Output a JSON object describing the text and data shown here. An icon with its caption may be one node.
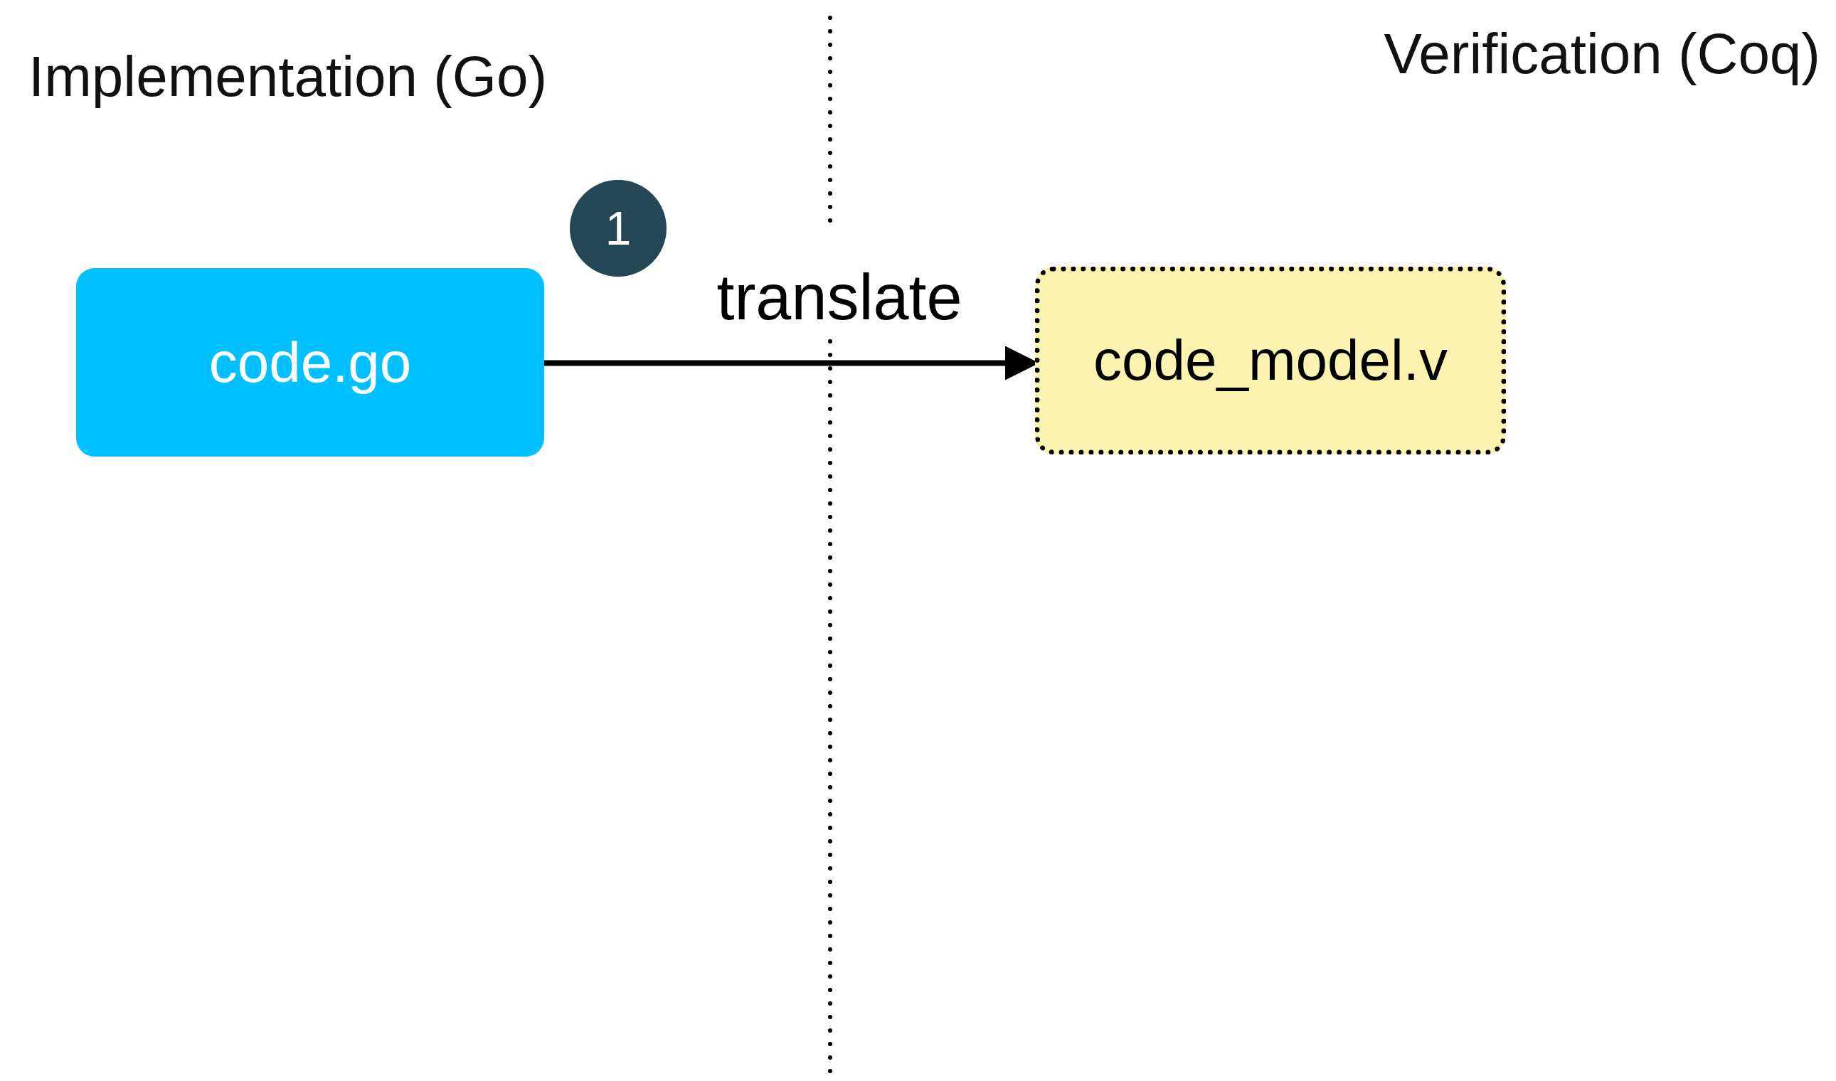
{
  "diagram": {
    "nodes": [
      {
        "text": [
          "code.go"
        ]
      },
      {
        "text": [
          "code_model.v"
        ]
      },
      {
        "text": [
          "1"
        ]
      }
    ],
    "edges": [
      {
        "from": 0,
        "to": 1,
        "arrow": "to",
        "label": "translate"
      }
    ],
    "labels": [
      "Implementation (Go)",
      "Verification (Coq)"
    ]
  }
}
